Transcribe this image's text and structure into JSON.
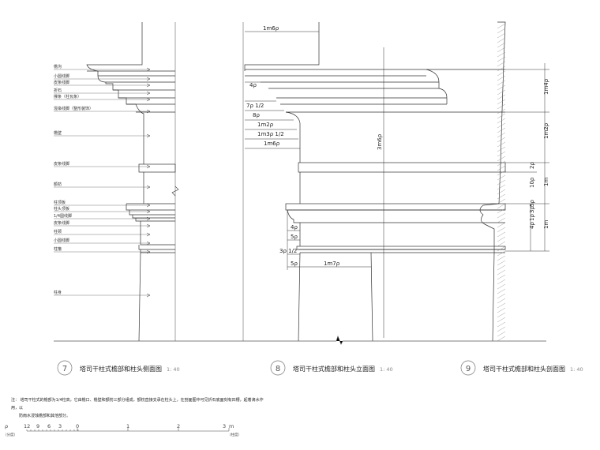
{
  "side_view": {
    "labels": [
      "檐沟",
      "小圆线脚",
      "皮条线脚",
      "折石",
      "撑条（柱瓦条）",
      "混枭线脚（整形装饰）",
      "檐壁",
      "皮条线脚",
      "额枋",
      "柱顶板",
      "柱头顶板",
      "1/4圆线脚",
      "皮条线脚",
      "柱颈",
      "小圆线脚",
      "柱箍",
      "柱身"
    ]
  },
  "front_view": {
    "dims_top": [
      "1m6ρ",
      "4ρ",
      "7ρ 1/2",
      "8ρ",
      "1m2ρ",
      "1m3ρ 1/2",
      "1m6ρ"
    ],
    "dim_vertical": "3m6ρ",
    "dims_capital": [
      "4ρ",
      "5ρ",
      "3ρ 1/2",
      "5ρ",
      "1m7ρ"
    ]
  },
  "section_view": {
    "right_dims": [
      "1m4ρ",
      "1m2ρ",
      "2ρ",
      "10ρ",
      "1m",
      "1m",
      "4ρ",
      "1ρ",
      "3ρ",
      "5ρ"
    ]
  },
  "titles": [
    {
      "num": "7",
      "text": "塔司干柱式檐部和柱头侧面图",
      "scale": "1: 40"
    },
    {
      "num": "8",
      "text": "塔司干柱式檐部和柱头立面图",
      "scale": "1: 40"
    },
    {
      "num": "9",
      "text": "塔司干柱式檐部和柱头剖面图",
      "scale": "1: 40"
    }
  ],
  "notes": {
    "line1": "注：  塔司干柱式的檐部为1/4柱高，它由檐口、檐壁和额枋三部分组成，额枋直接支承在柱头上，在剖面图中可见折石底面刻有凹槽，起着滴水作",
    "line2": "用，以",
    "line3": "防雨水浸蚀檐部和其他部分。"
  },
  "scale_bar": {
    "rho": "ρ",
    "ticks_small": [
      "12",
      "9",
      "6",
      "3",
      "0"
    ],
    "ticks_big": [
      "1",
      "2",
      "3"
    ],
    "unit": "m",
    "left_label": "（分度）",
    "right_label": "（柱度）"
  }
}
